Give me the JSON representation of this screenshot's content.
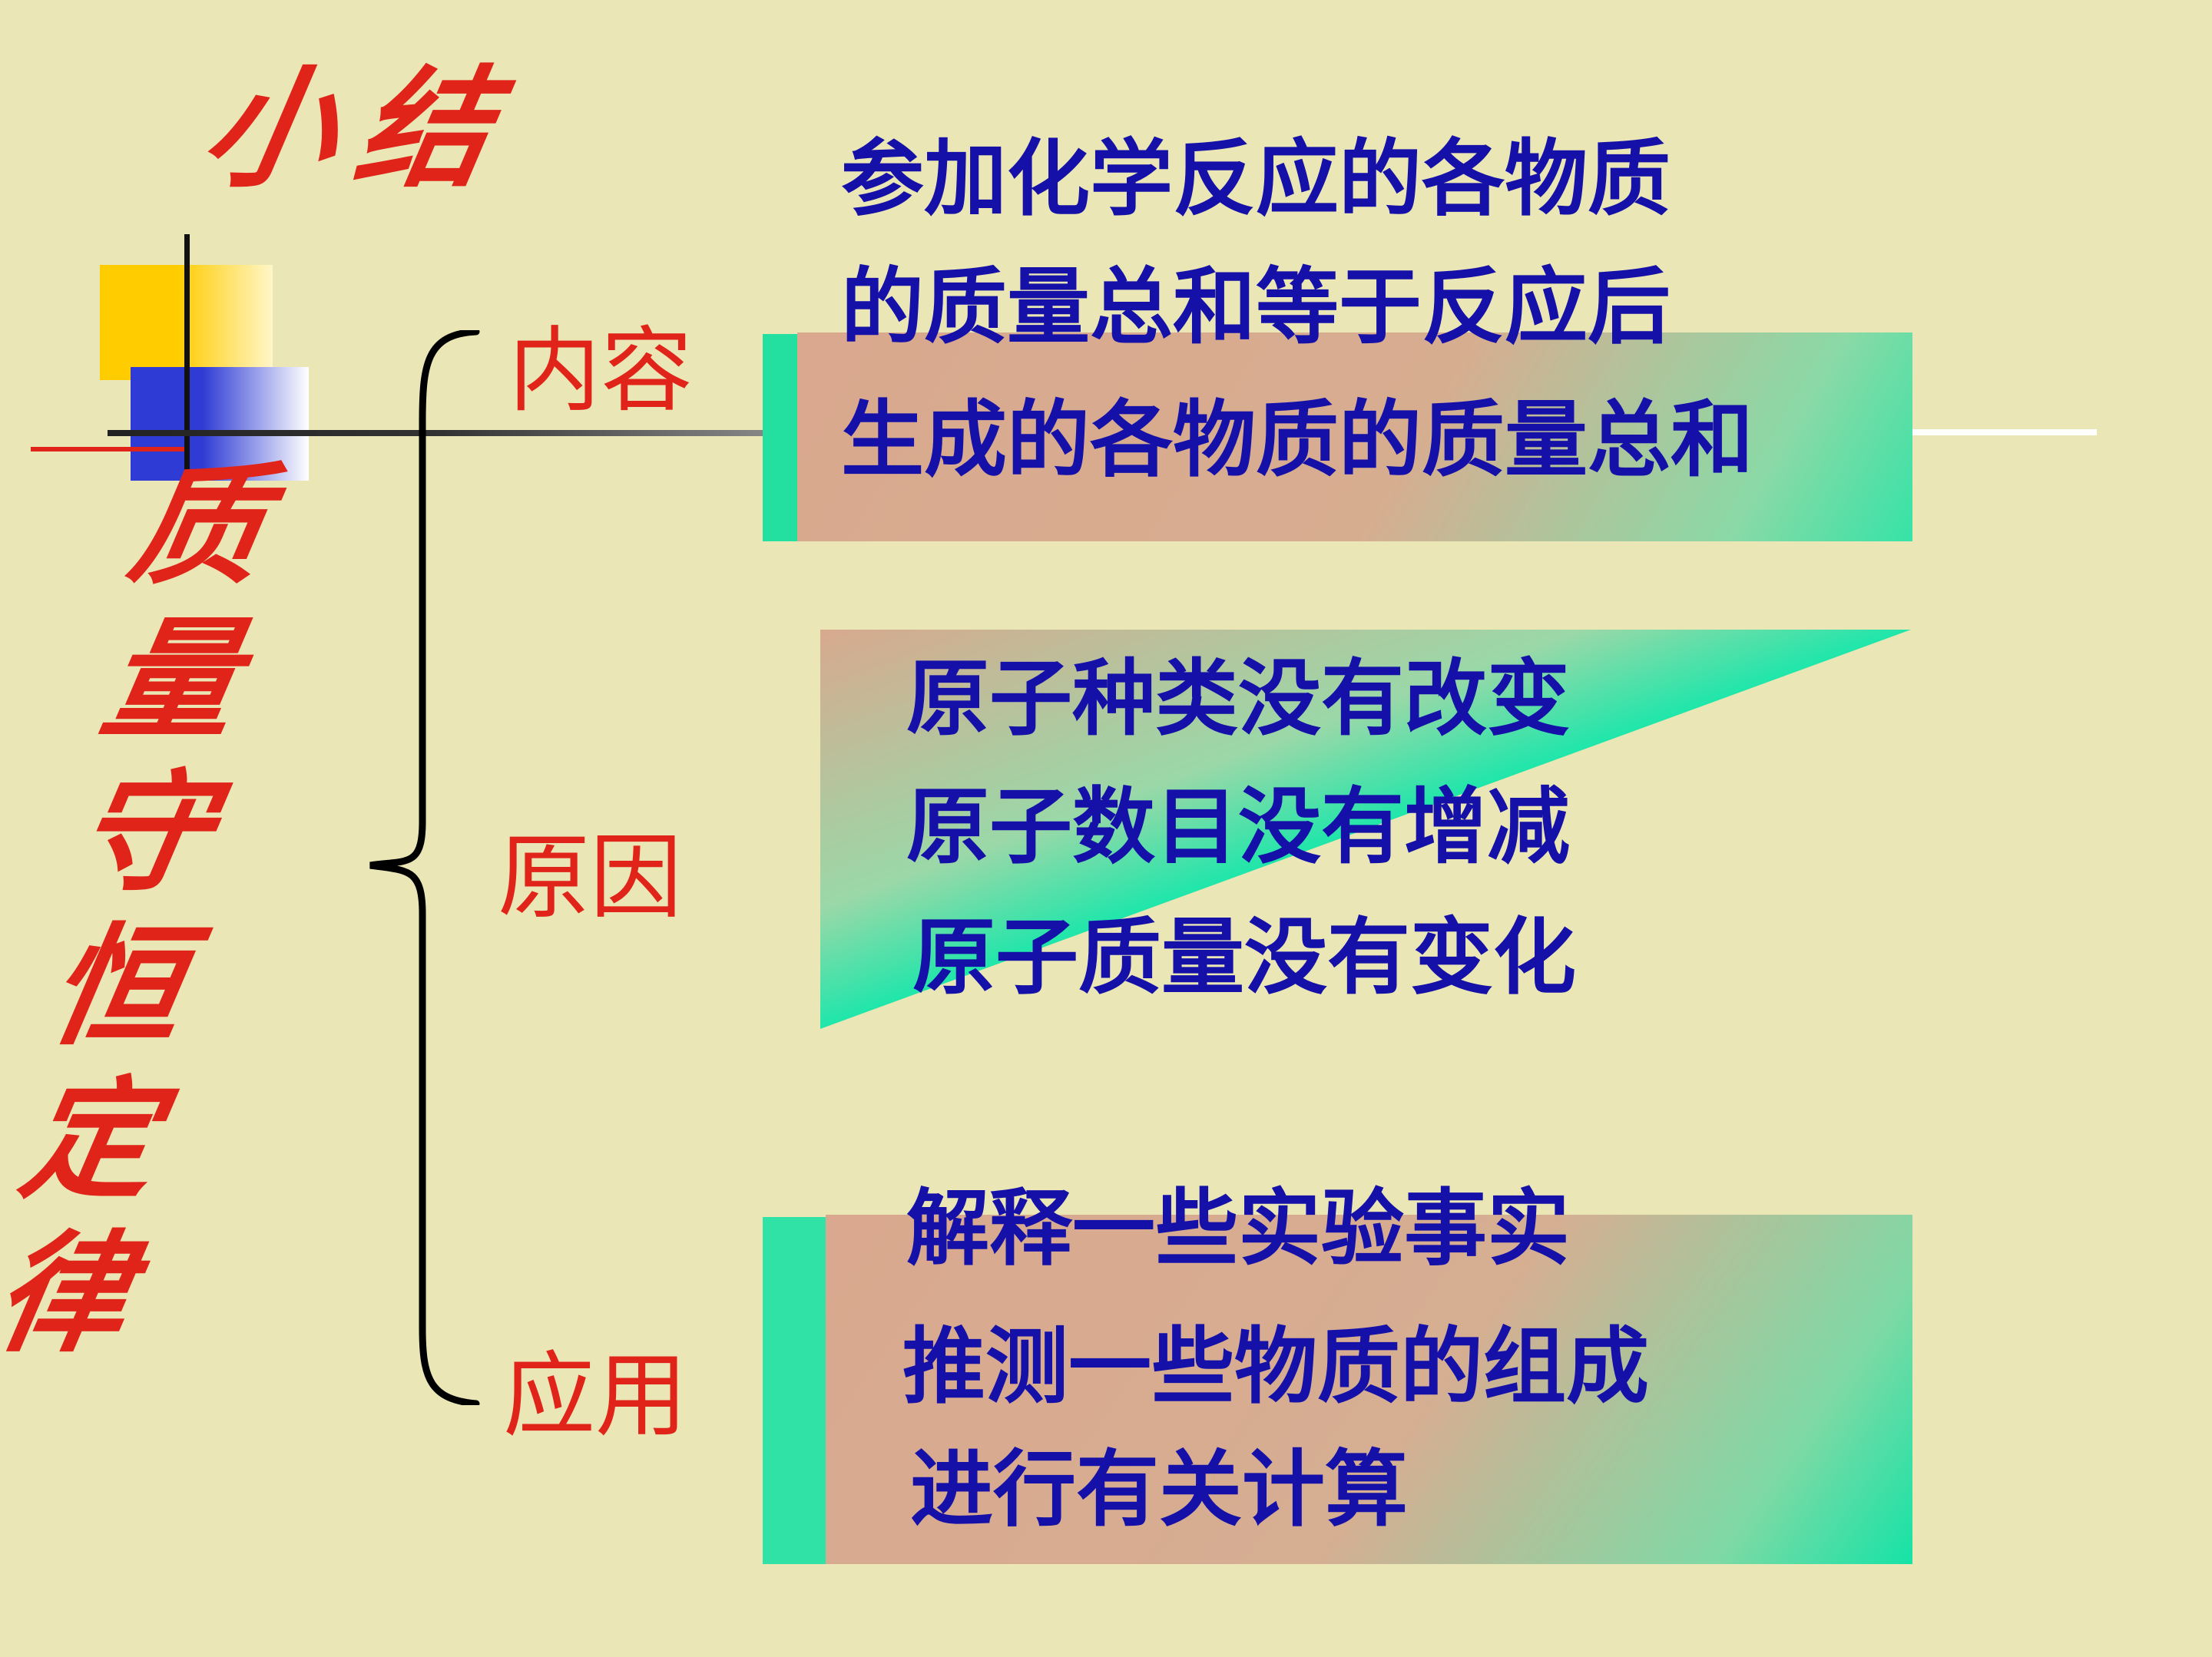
{
  "title": "小结",
  "law_title": [
    "质",
    "量",
    "守",
    "恒",
    "定",
    "律"
  ],
  "categories": {
    "content": "内容",
    "reason": "原因",
    "application": "应用"
  },
  "content_lines": [
    "参加化学反应的各物质",
    "的质量总和等于反应后",
    "生成的各物质的质量总和"
  ],
  "reason_lines": [
    "原子种类没有改变",
    "原子数目没有增减",
    "原子质量没有变化"
  ],
  "application_lines": [
    "解释一些实验事实",
    "推测一些物质的组成",
    "进行有关计算"
  ],
  "colors": {
    "background": "#ebe6b5",
    "red_text": "#e0241a",
    "blue_text": "#1410a8",
    "green_accent": "#23e0a0",
    "salmon": "#d9a88e"
  }
}
